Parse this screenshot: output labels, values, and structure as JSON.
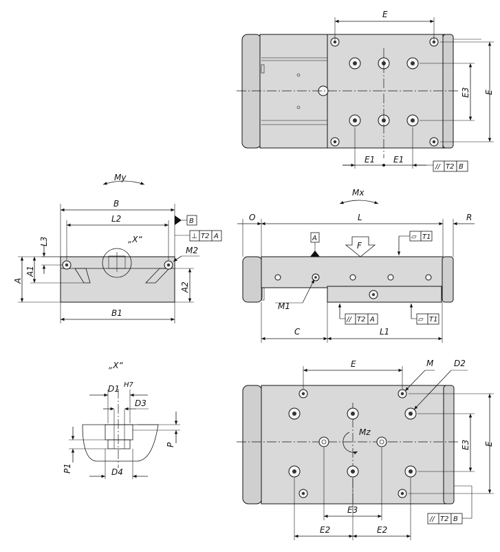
{
  "labels": {
    "E_top": "E",
    "E_top_right": "E",
    "E3_top": "E3",
    "E1_a": "E1",
    "E1_b": "E1",
    "tol_top": [
      "//",
      "T2",
      "B"
    ],
    "My": "My",
    "B": "B",
    "L2": "L2",
    "datum_B": "B",
    "tol_side": [
      "⊥",
      "T2",
      "A"
    ],
    "X_detail_callout": "„X“",
    "M2": "M2",
    "L3": "L3",
    "A": "A",
    "A1": "A1",
    "A2": "A2",
    "B1": "B1",
    "Mx": "Mx",
    "O": "O",
    "L": "L",
    "R": "R",
    "datum_A": "A",
    "flat_T1_top": [
      "▱",
      "T1"
    ],
    "F": "F",
    "M1": "M1",
    "tol_front": [
      "//",
      "T2",
      "A"
    ],
    "flat_T1_bottom": [
      "▱",
      "T1"
    ],
    "C": "C",
    "L1": "L1",
    "X_title": "„X“",
    "D1": "D1",
    "D1_fit": "H7",
    "D3": "D3",
    "P": "P",
    "P1": "P1",
    "D4": "D4",
    "E_bottom": "E",
    "M": "M",
    "D2": "D2",
    "Mz": "Mz",
    "E3_bottom_v": "E3",
    "E_bottom_right": "E",
    "E3_bottom_h": "E3",
    "E2_a": "E2",
    "E2_b": "E2",
    "tol_bottom": [
      "//",
      "T2",
      "B"
    ]
  }
}
